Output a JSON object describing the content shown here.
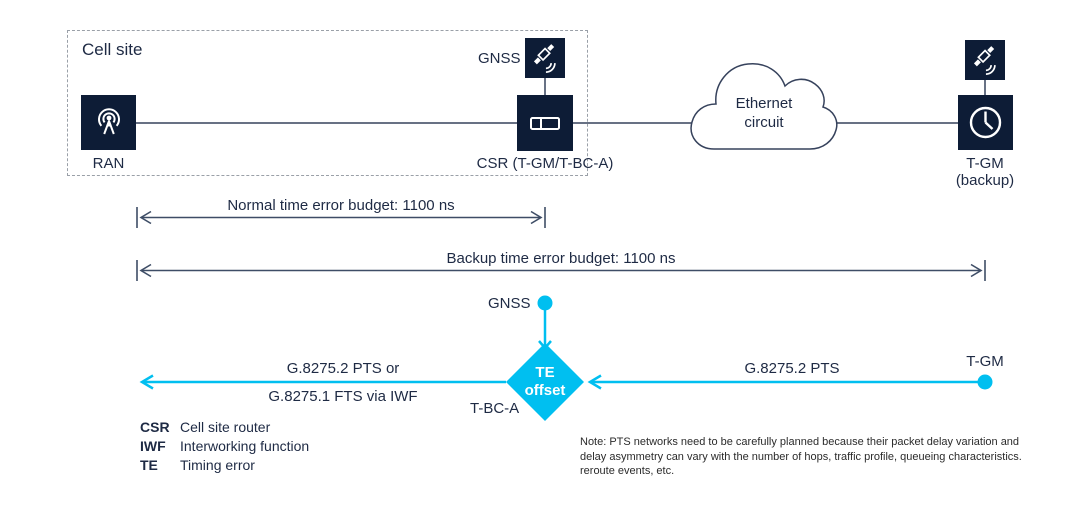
{
  "diagram": {
    "cell_site": {
      "label": "Cell site",
      "ran_label": "RAN",
      "csr_label": "CSR (T-GM/T-BC-A)",
      "gnss_label": "GNSS"
    },
    "cloud": {
      "line1": "Ethernet",
      "line2": "circuit"
    },
    "tgm_backup": {
      "line1": "T-GM",
      "line2": "(backup)"
    },
    "budgets": {
      "normal": "Normal time error budget: 1100 ns",
      "backup": "Backup time error budget: 1100 ns"
    },
    "lower": {
      "gnss_label": "GNSS",
      "te_offset_line1": "TE",
      "te_offset_line2": "offset",
      "tbca_label": "T-BC-A",
      "tgm_label": "T-GM",
      "left_path_line1": "G.8275.2 PTS or",
      "left_path_line2": "G.8275.1 FTS via IWF",
      "right_path": "G.8275.2 PTS"
    },
    "legend": [
      {
        "abbr": "CSR",
        "definition": "Cell site router"
      },
      {
        "abbr": "IWF",
        "definition": "Interworking function"
      },
      {
        "abbr": "TE",
        "definition": "Timing error"
      }
    ],
    "note": "Note: PTS networks need to be carefully planned because their packet delay variation and delay asymmetry can vary with the number of hops, traffic profile, queueing characteristics. reroute events, etc.",
    "icons": {
      "ran": "antenna-broadcast",
      "gnss": "satellite",
      "csr": "router",
      "tgm": "clock"
    },
    "colors": {
      "navy": "#0d1c36",
      "cyan": "#00bff0",
      "line": "#3e4d66",
      "text": "#1e2a44"
    }
  }
}
